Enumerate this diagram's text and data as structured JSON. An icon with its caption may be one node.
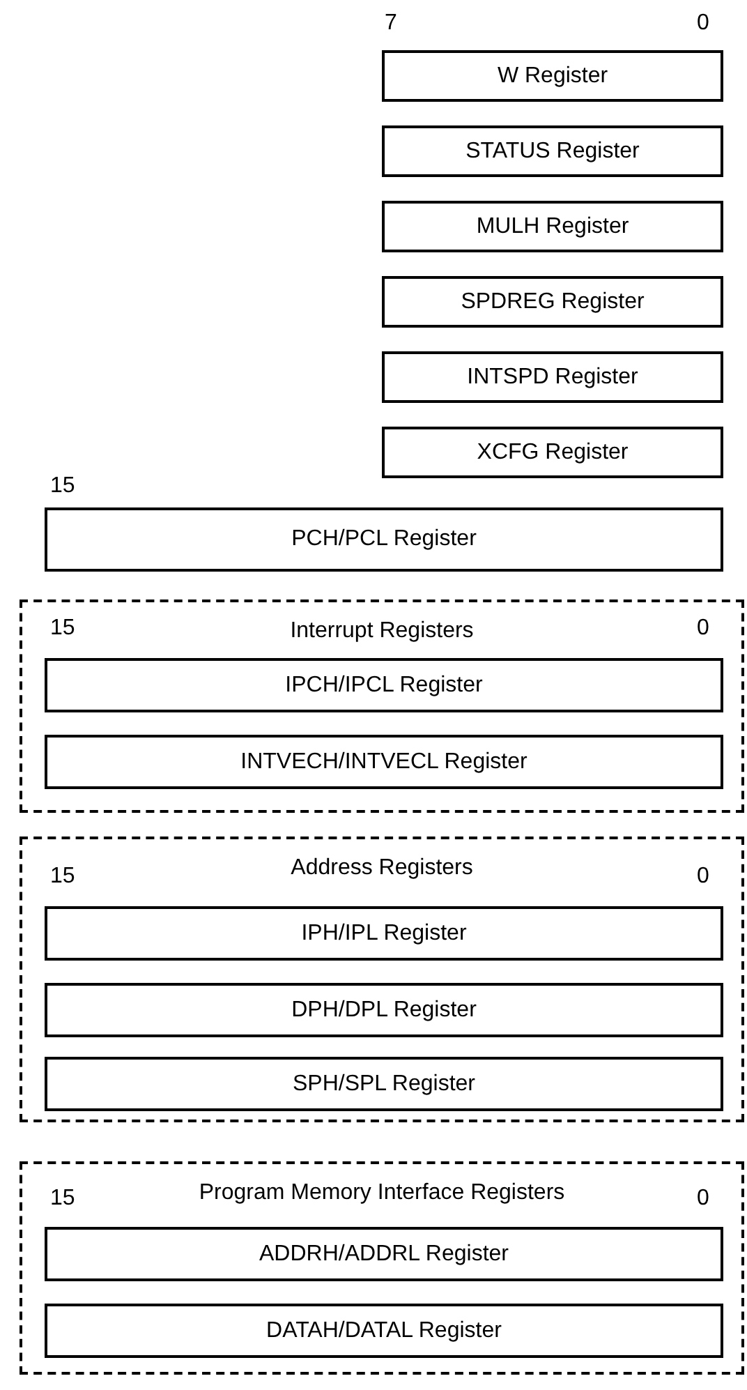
{
  "diagram": {
    "nodes": [
      {
        "text": [
          "W Register"
        ]
      },
      {
        "text": [
          "STATUS Register"
        ]
      },
      {
        "text": [
          "MULH Register"
        ]
      },
      {
        "text": [
          "SPDREG Register"
        ]
      },
      {
        "text": [
          "INTSPD Register"
        ]
      },
      {
        "text": [
          "XCFG Register"
        ]
      },
      {
        "text": [
          "PCH/PCL Register"
        ]
      },
      {
        "text": [
          "Interrupt Registers"
        ]
      },
      {
        "text": [
          "IPCH/IPCL Register"
        ],
        "in": 7
      },
      {
        "text": [
          "INTVECH/INTVECL Register"
        ],
        "in": 7
      },
      {
        "text": [
          "Address Registers"
        ]
      },
      {
        "text": [
          "IPH/IPL Register"
        ],
        "in": 10
      },
      {
        "text": [
          "DPH/DPL Register"
        ],
        "in": 10
      },
      {
        "text": [
          "SPH/SPL Register"
        ],
        "in": 10
      },
      {
        "text": [
          "Program Memory Interface Registers"
        ]
      },
      {
        "text": [
          "ADDRH/ADDRL Register"
        ],
        "in": 14
      },
      {
        "text": [
          "DATAH/DATAL Register"
        ],
        "in": 14
      }
    ],
    "labels": [
      "7",
      "0",
      "15",
      "15",
      "0",
      "15",
      "0",
      "15",
      "0"
    ]
  }
}
